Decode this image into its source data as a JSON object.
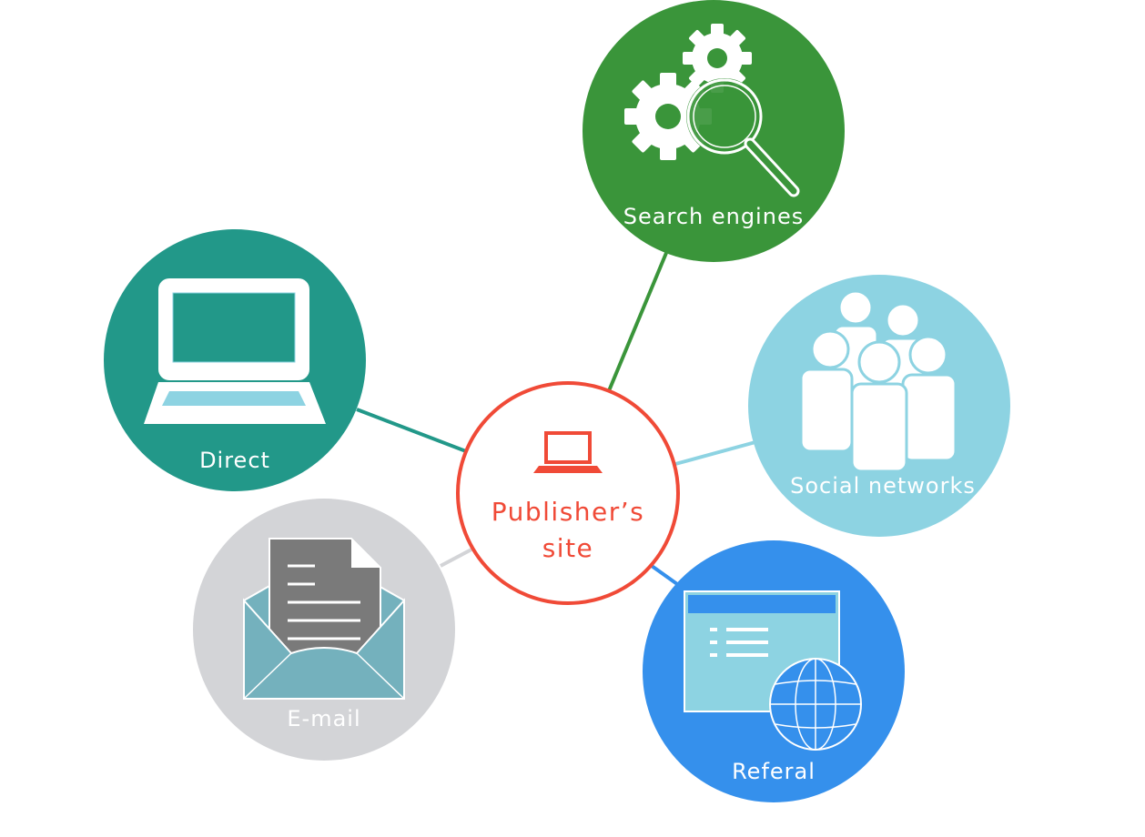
{
  "center": {
    "label_line1": "Publisher’s",
    "label_line2": "site",
    "color": "#f04a37",
    "icon": "laptop-icon"
  },
  "nodes": {
    "search": {
      "label": "Search engines",
      "color": "#3a953a",
      "icon": "gears-magnifier-icon"
    },
    "social": {
      "label": "Social networks",
      "color": "#8dd3e2",
      "icon": "people-group-icon"
    },
    "referal": {
      "label": "Referal",
      "color": "#3590ec",
      "icon": "browser-globe-icon"
    },
    "email": {
      "label": "E-mail",
      "color": "#d3d4d7",
      "icon": "envelope-letter-icon"
    },
    "direct": {
      "label": "Direct",
      "color": "#229889",
      "icon": "laptop-icon"
    }
  }
}
